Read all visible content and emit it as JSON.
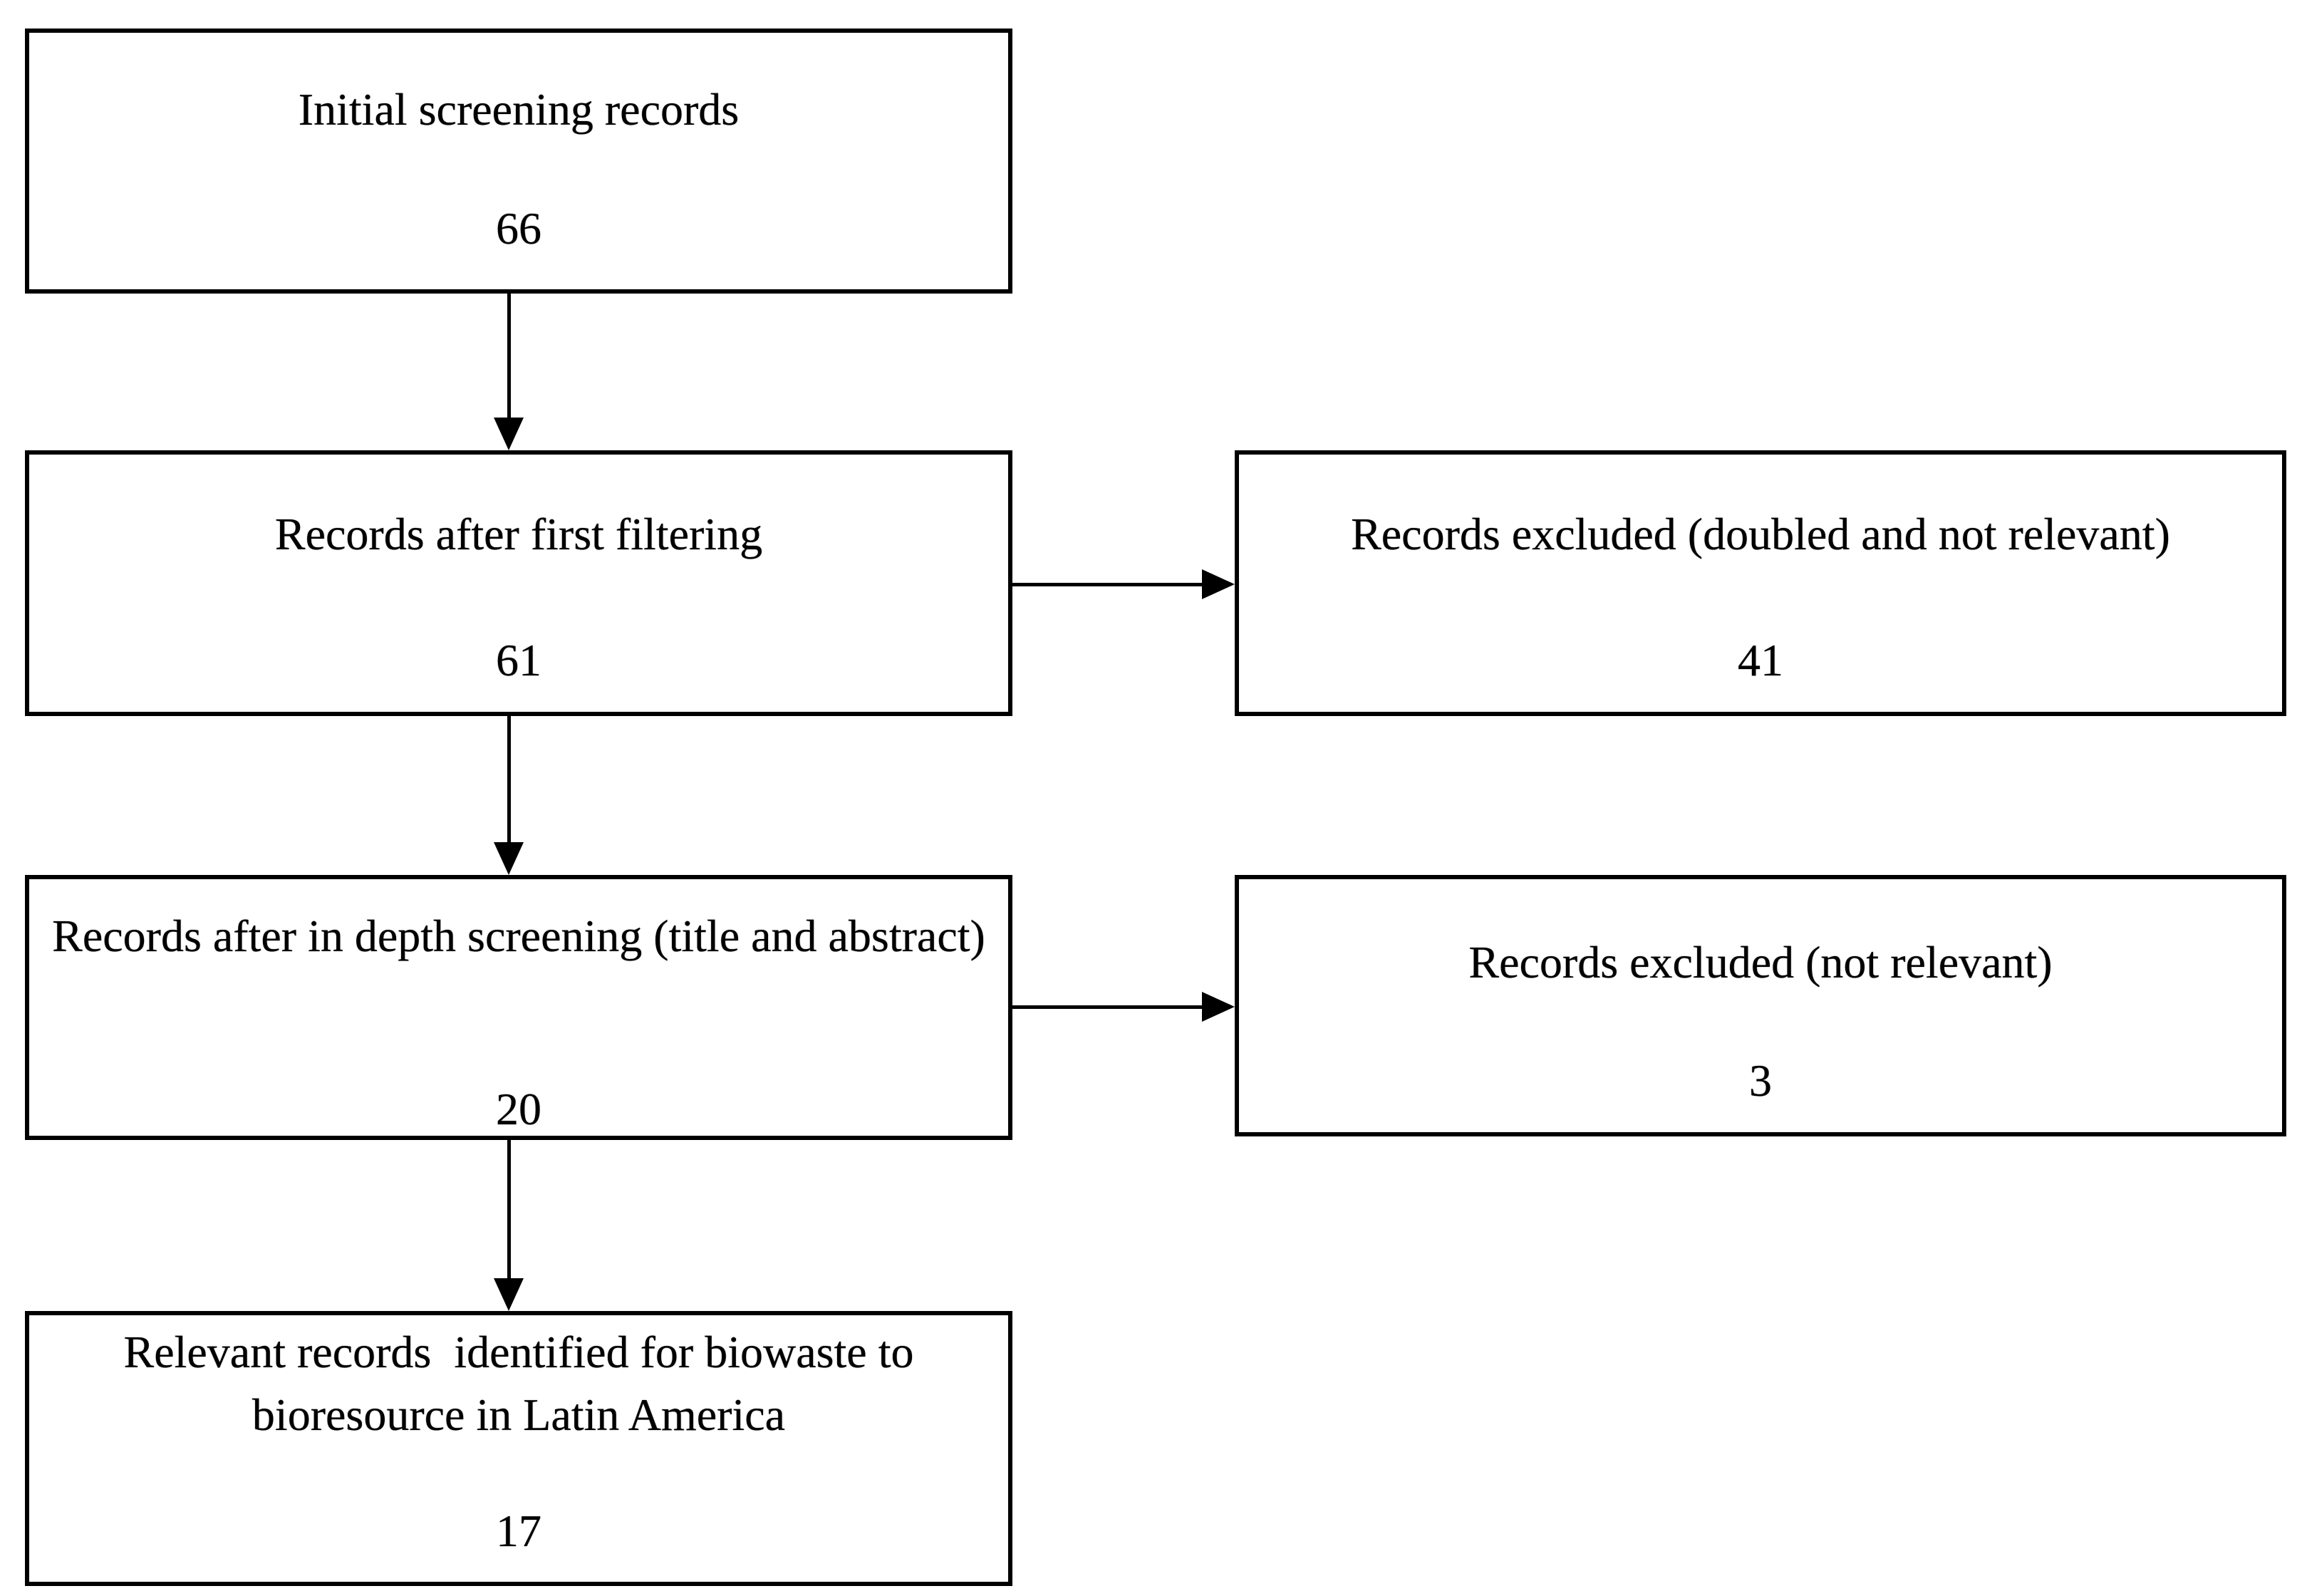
{
  "diagram": {
    "type": "flowchart",
    "description": "Literature screening flow diagram",
    "colors": {
      "background": "#ffffff",
      "border": "#000000",
      "text": "#000000"
    },
    "boxes": [
      {
        "id": "initial-screening",
        "label": "Initial screening records",
        "count": "66"
      },
      {
        "id": "first-filtering",
        "label": "Records after first filtering",
        "count": "61"
      },
      {
        "id": "excluded-doubled",
        "label": "Records excluded (doubled and not relevant)",
        "count": "41"
      },
      {
        "id": "in-depth-screening",
        "label": "Records after in depth screening (title and abstract)",
        "count": "20"
      },
      {
        "id": "excluded-not-relevant",
        "label": "Records excluded (not relevant)",
        "count": "3"
      },
      {
        "id": "relevant-records",
        "label": "Relevant records  identified for biowaste to bioresource in Latin America",
        "count": "17"
      }
    ],
    "edges": [
      {
        "from": "initial-screening",
        "to": "first-filtering",
        "direction": "down"
      },
      {
        "from": "first-filtering",
        "to": "excluded-doubled",
        "direction": "right"
      },
      {
        "from": "first-filtering",
        "to": "in-depth-screening",
        "direction": "down"
      },
      {
        "from": "in-depth-screening",
        "to": "excluded-not-relevant",
        "direction": "right"
      },
      {
        "from": "in-depth-screening",
        "to": "relevant-records",
        "direction": "down"
      }
    ]
  }
}
